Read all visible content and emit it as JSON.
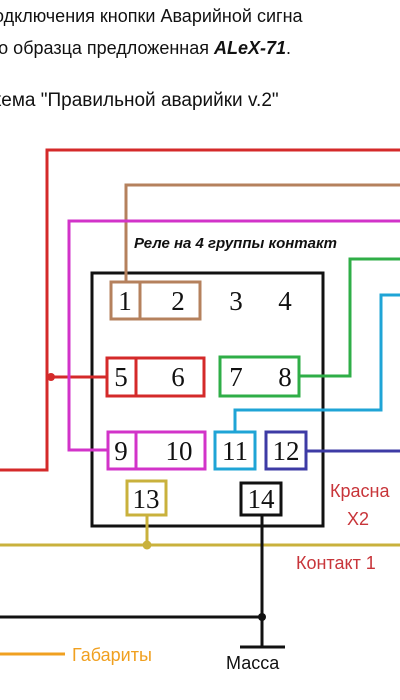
{
  "header": {
    "line1": "одключения кнопки Аварийной сигна",
    "line2_prefix": "го образца предложенная ",
    "line2_author": "ALeX-71",
    "line2_suffix": ".",
    "line3": "хема \"Правильной аварийки v.2\""
  },
  "relay": {
    "title": "Реле на 4 группы контакт"
  },
  "pins": [
    "1",
    "2",
    "3",
    "4",
    "5",
    "6",
    "7",
    "8",
    "9",
    "10",
    "11",
    "12",
    "13",
    "14"
  ],
  "labels": {
    "red": "Красна",
    "x2": "X2",
    "contact": "Контакт 1",
    "gabarity": "Габариты",
    "massa": "Масса"
  },
  "colors": {
    "red": "#d42a2a",
    "brown": "#b5815d",
    "magenta": "#d233c9",
    "green": "#2fae47",
    "cyan": "#1fa4d6",
    "blue": "#3d3ba5",
    "olive": "#c9b13c",
    "orange": "#f0a020",
    "black": "#111111",
    "contact_text": "#c8353a"
  }
}
